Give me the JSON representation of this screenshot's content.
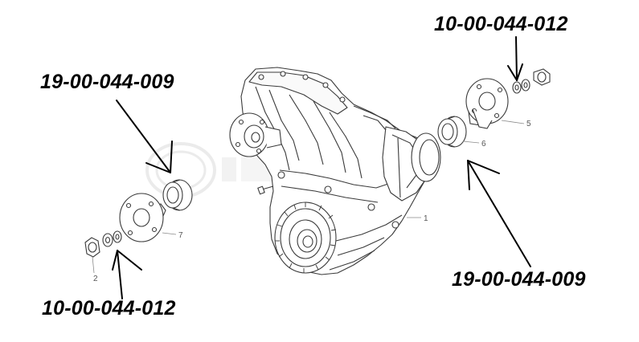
{
  "callouts": {
    "top_right": "10-00-044-012",
    "top_left": "19-00-044-009",
    "bottom_right": "19-00-044-009",
    "bottom_left": "10-00-044-012"
  },
  "item_numbers": {
    "housing": "1",
    "nut_left": "2",
    "flange_right": "5",
    "seal_right": "6",
    "flange_left": "7"
  },
  "colors": {
    "line": "#3a3a3a",
    "light_line": "#8a8a8a",
    "arrow": "#000000",
    "watermark": "#c8c8c8"
  }
}
